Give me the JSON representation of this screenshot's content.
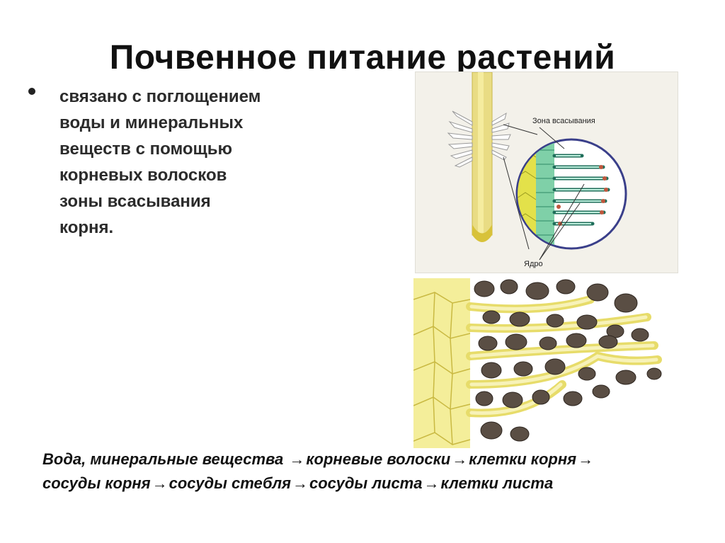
{
  "title": "Почвенное питание растений",
  "bullet": "связано с поглощением\nводы и минеральных\nвеществ с помощью\nкорневых волосков\nзоны всасывания\nкорня.",
  "figure": {
    "zone_label": "Зона всасывания",
    "nucleus_label": "Ядро"
  },
  "chain": {
    "items": [
      "Вода,  минеральные вещества",
      "корневые волоски",
      "клетки корня",
      "сосуды корня",
      "сосуды стебля",
      "сосуды листа",
      "клетки листа"
    ]
  }
}
